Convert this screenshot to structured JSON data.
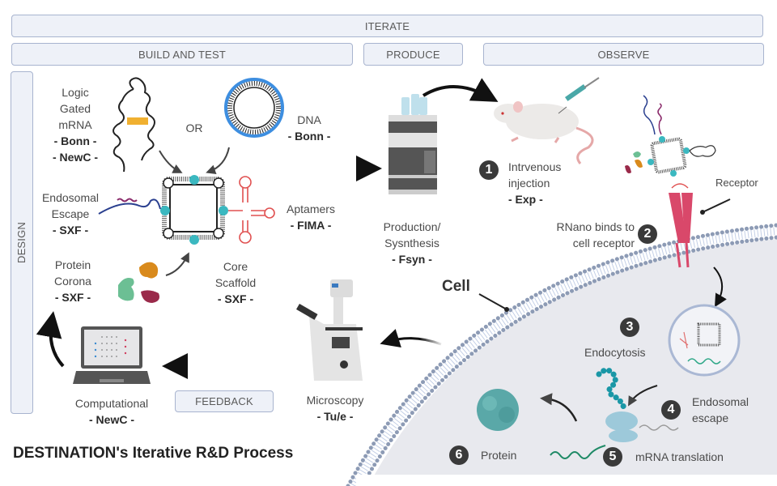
{
  "header": {
    "iterate": "ITERATE",
    "build_and_test": "BUILD AND TEST",
    "produce": "PRODUCE",
    "observe": "OBSERVE",
    "design": "DESIGN",
    "feedback": "FEEDBACK"
  },
  "design_items": {
    "logic_gated": {
      "lines": [
        "Logic",
        "Gated",
        "mRNA"
      ],
      "partners": [
        "- Bonn -",
        "- NewC -"
      ]
    },
    "or_label": "OR",
    "dna": {
      "label": "DNA",
      "partner": "- Bonn -"
    },
    "endosomal_escape": {
      "lines": [
        "Endosomal",
        "Escape"
      ],
      "partner": "- SXF -"
    },
    "aptamers": {
      "label": "Aptamers",
      "partner": "- FIMA -"
    },
    "protein_corona": {
      "lines": [
        "Protein",
        "Corona"
      ],
      "partner": "- SXF -"
    },
    "core_scaffold": {
      "lines": [
        "Core",
        "Scaffold"
      ],
      "partner": "- SXF -"
    }
  },
  "production": {
    "lines": [
      "Production/",
      "Sysnthesis"
    ],
    "partner": "- Fsyn -"
  },
  "observe_steps": [
    {
      "num": "1",
      "lines": [
        "Intrvenous",
        "injection"
      ],
      "partner": "- Exp -"
    },
    {
      "num": "2",
      "lines": [
        "RNano binds to",
        "cell receptor"
      ]
    },
    {
      "num": "3",
      "label": "Endocytosis"
    },
    {
      "num": "4",
      "lines": [
        "Endosomal",
        "escape"
      ]
    },
    {
      "num": "5",
      "label": "mRNA translation"
    },
    {
      "num": "6",
      "label": "Protein"
    }
  ],
  "receptor_label": "Receptor",
  "cell_label": "Cell",
  "microscopy": {
    "label": "Microscopy",
    "partner": "- Tu/e -"
  },
  "computational": {
    "label": "Computational",
    "partner": "- NewC -"
  },
  "title": "DESTINATION's Iterative R&D Process",
  "colors": {
    "bar_fill": "#eef1f8",
    "bar_border": "#a8b4cf",
    "cell_interior": "#e8e9ee",
    "membrane_dots": "#8d9bb5",
    "receptor": "#d9486a",
    "teal": "#3bb8c0",
    "step_badge": "#3a3a3a"
  }
}
